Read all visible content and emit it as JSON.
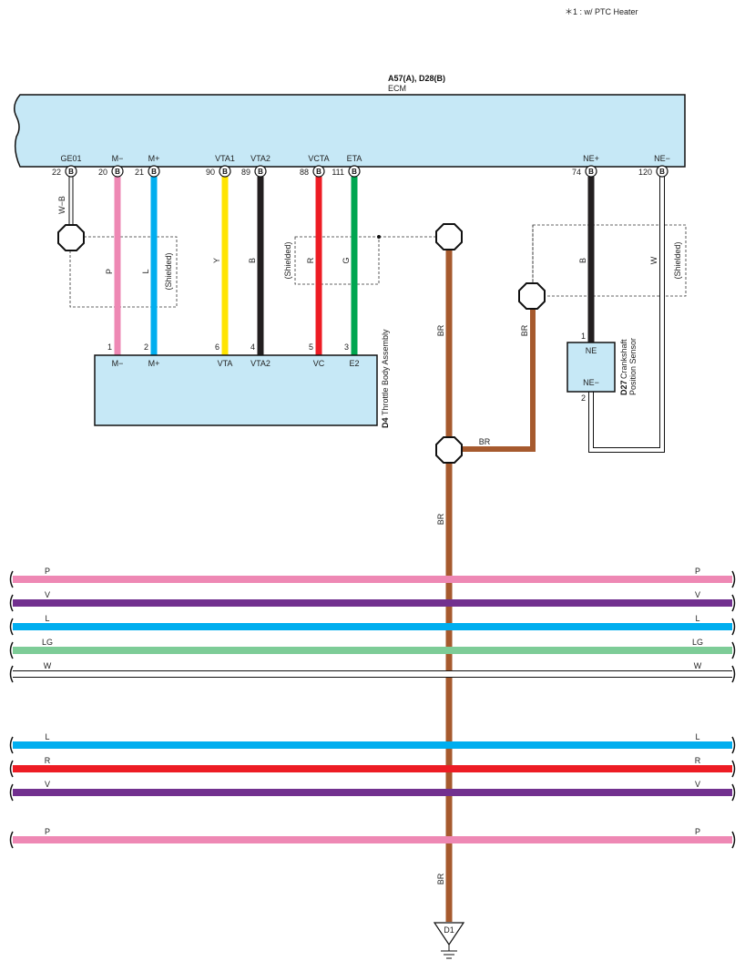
{
  "note": "＊1 : w/ PTC Heater",
  "ecm": {
    "connectors": "A57(A), D28(B)",
    "name": "ECM"
  },
  "ecm_pins": [
    {
      "num": "22",
      "label": "GE01",
      "conn": "B"
    },
    {
      "num": "20",
      "label": "M−",
      "conn": "B"
    },
    {
      "num": "21",
      "label": "M+",
      "conn": "B"
    },
    {
      "num": "90",
      "label": "VTA1",
      "conn": "B"
    },
    {
      "num": "89",
      "label": "VTA2",
      "conn": "B"
    },
    {
      "num": "88",
      "label": "VCTA",
      "conn": "B"
    },
    {
      "num": "111",
      "label": "ETA",
      "conn": "B"
    },
    {
      "num": "74",
      "label": "NE+",
      "conn": "B"
    },
    {
      "num": "120",
      "label": "NE−",
      "conn": "B"
    }
  ],
  "throttle": {
    "id": "D4",
    "name": "Throttle Body Assembly",
    "pins": [
      {
        "num": "1",
        "label": "M−"
      },
      {
        "num": "2",
        "label": "M+"
      },
      {
        "num": "6",
        "label": "VTA"
      },
      {
        "num": "4",
        "label": "VTA2"
      },
      {
        "num": "5",
        "label": "VC"
      },
      {
        "num": "3",
        "label": "E2"
      }
    ]
  },
  "crank": {
    "id": "D27",
    "name_line1": "Crankshaft",
    "name_line2": "Position Sensor",
    "pins": [
      {
        "num": "1",
        "label": "NE"
      },
      {
        "num": "2",
        "label": "NE−"
      }
    ]
  },
  "wire_codes": {
    "ge01": "W−B",
    "m_minus": "P",
    "m_plus": "L",
    "vta1": "Y",
    "vta2": "B",
    "vcta": "R",
    "eta": "G",
    "ne_plus": "B",
    "ne_minus": "W",
    "br": "BR"
  },
  "shielded": "(Shielded)",
  "ground": "D1",
  "bus_group1": [
    {
      "code": "P",
      "color": "#ee88b4"
    },
    {
      "code": "V",
      "color": "#72308f"
    },
    {
      "code": "L",
      "color": "#00aeef"
    },
    {
      "code": "LG",
      "color": "#7dcc97"
    },
    {
      "code": "W",
      "color": "#ffffff"
    }
  ],
  "bus_group2": [
    {
      "code": "L",
      "color": "#00aeef"
    },
    {
      "code": "R",
      "color": "#ed1c24"
    },
    {
      "code": "V",
      "color": "#72308f"
    }
  ],
  "bus_group3": [
    {
      "code": "P",
      "color": "#ee88b4"
    }
  ],
  "colors": {
    "box_fill": "#c6e8f6",
    "pink": "#ee88b4",
    "blue": "#00aeef",
    "yellow": "#ffe400",
    "black": "#231f20",
    "red": "#ed1c24",
    "green": "#00a650",
    "brown": "#a65a2e"
  }
}
